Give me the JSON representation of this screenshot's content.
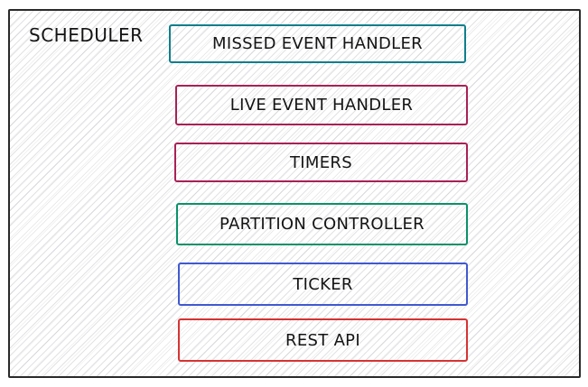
{
  "diagram": {
    "title": "SCHEDULER",
    "nodes": [
      {
        "label": "MISSED EVENT HANDLER",
        "color": "#0f7e8c"
      },
      {
        "label": "LIVE EVENT HANDLER",
        "color": "#a82154"
      },
      {
        "label": "TIMERS",
        "color": "#a82154"
      },
      {
        "label": "PARTITION CONTROLLER",
        "color": "#0a9168"
      },
      {
        "label": "TICKER",
        "color": "#4059d0"
      },
      {
        "label": "REST API",
        "color": "#d63333"
      }
    ],
    "style": {
      "frame_border": "#2a2a2a",
      "hatch_line": "#d7d7db",
      "text": "#141414"
    }
  }
}
